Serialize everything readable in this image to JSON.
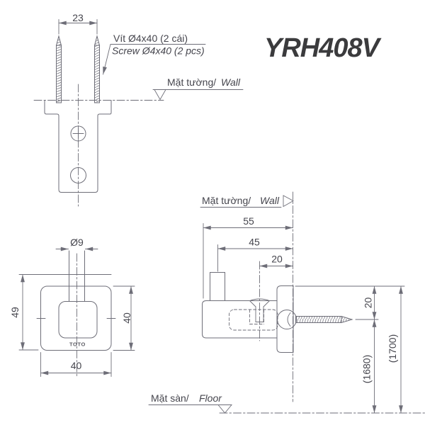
{
  "title": "YRH408V",
  "labels": {
    "wall_vi": "Mặt tường/",
    "wall_en": "Wall",
    "floor_vi": "Mặt sàn/",
    "floor_en": "Floor",
    "screw_note_vi": "Vít Ø4x40 (2 cái)",
    "screw_note_en": "Screw Ø4x40 (2 pcs)",
    "logo": "TOTO"
  },
  "dims": {
    "screw_spacing": "23",
    "pin_diameter": "Ø9",
    "front_height_total": "49",
    "front_height_body": "40",
    "front_width": "40",
    "side_depth_total": "55",
    "side_pin_to_wall": "45",
    "side_screw_to_wall": "20",
    "side_top_to_screw": "20",
    "screw_height_ref": "(1680)",
    "top_height_ref": "(1700)"
  },
  "colors": {
    "line": "#6e6e78",
    "text": "#45454d",
    "title": "#3b3b3d",
    "background": "#ffffff"
  }
}
